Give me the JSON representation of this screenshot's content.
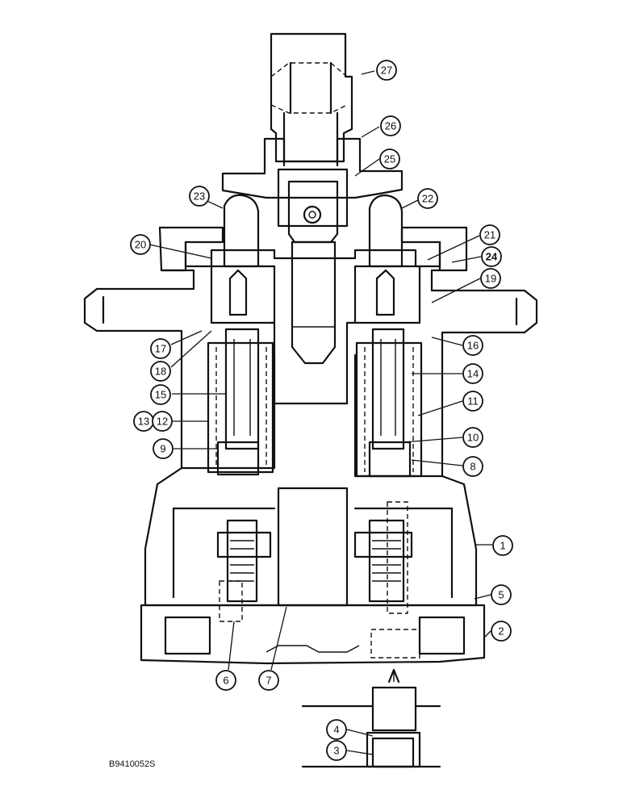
{
  "diagram": {
    "figure_code": "B9410052S",
    "callouts": [
      {
        "label": "1"
      },
      {
        "label": "2"
      },
      {
        "label": "3"
      },
      {
        "label": "4"
      },
      {
        "label": "5"
      },
      {
        "label": "6"
      },
      {
        "label": "7"
      },
      {
        "label": "8"
      },
      {
        "label": "9"
      },
      {
        "label": "10"
      },
      {
        "label": "11"
      },
      {
        "label": "13"
      },
      {
        "label": "12"
      },
      {
        "label": "14"
      },
      {
        "label": "15"
      },
      {
        "label": "16"
      },
      {
        "label": "17"
      },
      {
        "label": "18"
      },
      {
        "label": "19"
      },
      {
        "label": "20"
      },
      {
        "label": "21"
      },
      {
        "label": "22"
      },
      {
        "label": "23"
      },
      {
        "label": "24"
      },
      {
        "label": "25"
      },
      {
        "label": "26"
      },
      {
        "label": "27"
      }
    ]
  }
}
